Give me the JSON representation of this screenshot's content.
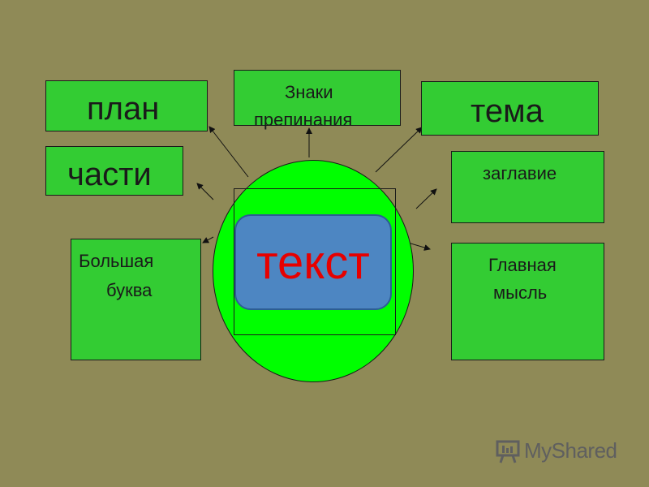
{
  "center": {
    "label": "текст"
  },
  "nodes": {
    "plan": "план",
    "znaki_line1": "Знаки",
    "znaki_line2": "препинания",
    "tema": "тема",
    "chasti": "части",
    "zaglavie": "заглавие",
    "bolshaya_line1": "Большая",
    "bolshaya_line2": "буква",
    "glavnaya_line1": "Главная",
    "glavnaya_line2": "мысль"
  },
  "watermark": {
    "text": "MyShared"
  },
  "colors": {
    "background": "#8f8a57",
    "box_fill": "#33cc33",
    "ellipse_fill": "#00ff00",
    "center_fill": "#4d86c2",
    "center_text": "#e60000"
  }
}
